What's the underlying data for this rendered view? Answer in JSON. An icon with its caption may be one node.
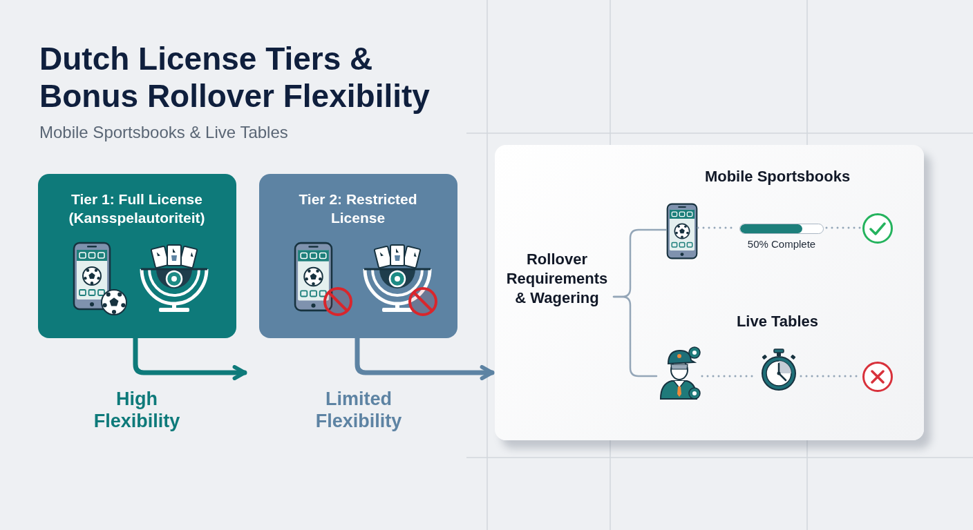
{
  "diagram": {
    "title": "Dutch License Tiers & Bonus Rollover Flexibility",
    "nodes": [
      {
        "text": [
          "Tier 1: Full License (Kansspelautoriteit)"
        ]
      },
      {
        "text": [
          "Tier 2: Restricted License"
        ]
      },
      {
        "text": [],
        "shape": "box"
      },
      {
        "text": [
          "Rollover Requirements & Wagering"
        ],
        "in": 2
      },
      {
        "text": [],
        "shape": "picture",
        "in": 2
      },
      {
        "text": [
          "50% Complete"
        ],
        "in": 2
      },
      {
        "text": [],
        "shape": "circle",
        "in": 2
      },
      {
        "text": [],
        "shape": "person",
        "in": 2
      },
      {
        "text": [],
        "shape": "picture",
        "in": 2
      },
      {
        "text": [],
        "shape": "circle",
        "in": 2
      }
    ],
    "edges": [
      {
        "from": 0,
        "to": null,
        "arrow": "to",
        "label": "High Flexibility",
        "style": "thick",
        "color": "#0e7a7a"
      },
      {
        "from": 1,
        "to": 2,
        "arrow": "to",
        "label": "Limited Flexibility",
        "style": "thick",
        "color": "#5d83a3"
      },
      {
        "from": 3,
        "to": 4,
        "arrow": "none"
      },
      {
        "from": 3,
        "to": 7,
        "arrow": "none"
      },
      {
        "from": 4,
        "to": 5,
        "arrow": "none",
        "style": "dashed"
      },
      {
        "from": 5,
        "to": 6,
        "arrow": "none",
        "style": "dashed"
      },
      {
        "from": 7,
        "to": 8,
        "arrow": "none",
        "style": "dashed"
      },
      {
        "from": 8,
        "to": 9,
        "arrow": "none",
        "style": "dashed"
      }
    ],
    "labels": [
      "Mobile Sportsbooks & Live Tables",
      "Mobile Sportsbooks",
      "Live Tables"
    ]
  }
}
